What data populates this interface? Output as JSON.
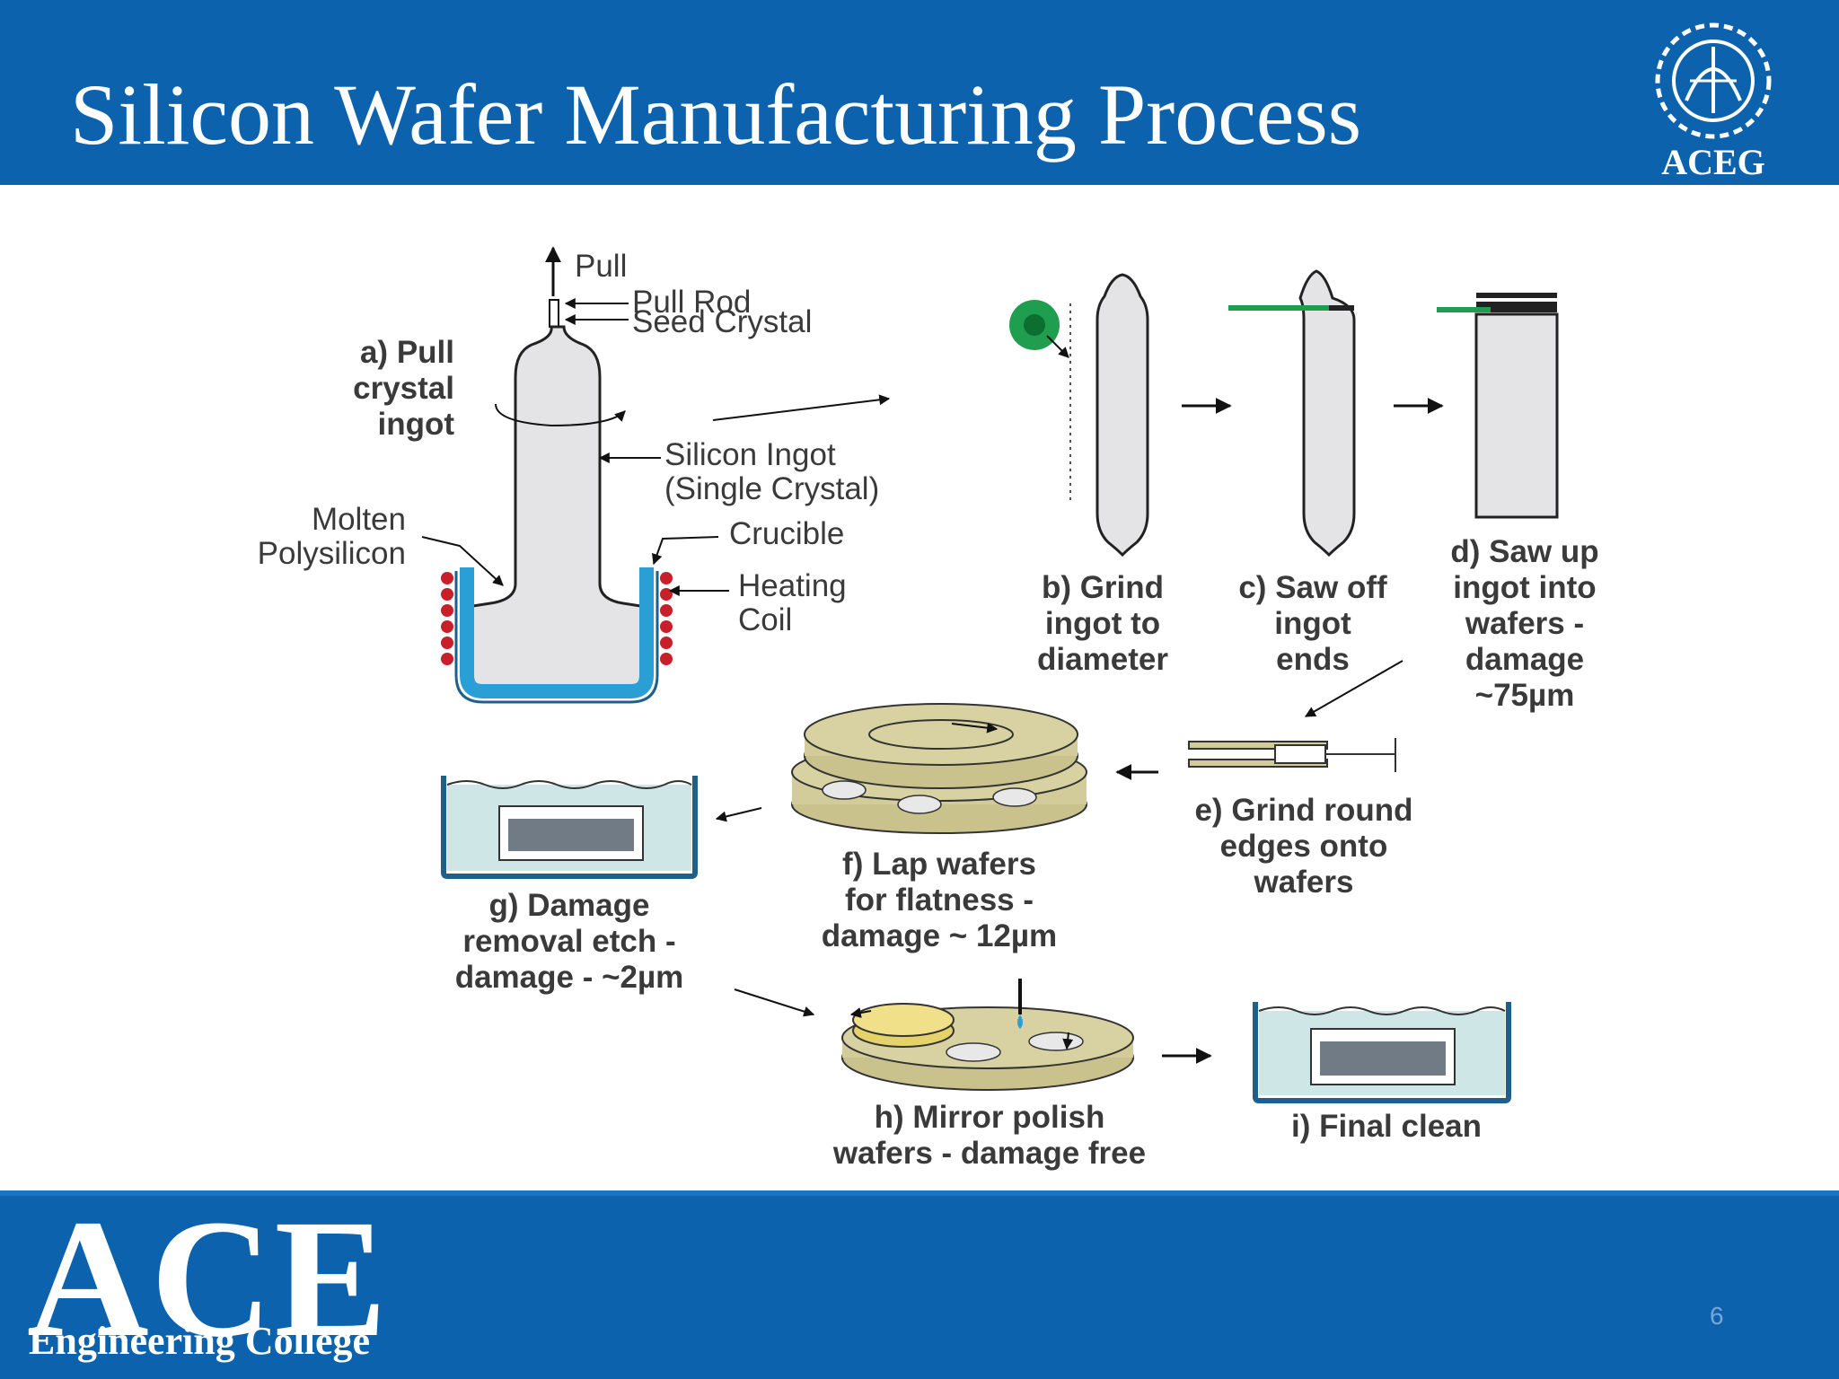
{
  "slide": {
    "title": "Silicon Wafer Manufacturing Process",
    "page_number": "6"
  },
  "logo": {
    "emblem_text": "ACEG",
    "footer_big": "ACE",
    "footer_sub": "Engineering College"
  },
  "diagram": {
    "labels": {
      "pull": "Pull",
      "pull_rod": "Pull Rod",
      "seed_crystal": "Seed Crystal",
      "ingot_line1": "Silicon Ingot",
      "ingot_line2": "(Single Crystal)",
      "crucible": "Crucible",
      "heating_line1": "Heating",
      "heating_line2": "Coil",
      "molten_line1": "Molten",
      "molten_line2": "Polysilicon"
    },
    "steps": {
      "a": [
        "a) Pull",
        "crystal",
        "ingot"
      ],
      "b": [
        "b) Grind",
        "ingot to",
        "diameter"
      ],
      "c": [
        "c) Saw off",
        "ingot",
        "ends"
      ],
      "d": [
        "d) Saw up",
        "ingot into",
        "wafers -",
        "damage",
        "~75µm"
      ],
      "e": [
        "e) Grind round",
        "edges onto",
        "wafers"
      ],
      "f": [
        "f) Lap wafers",
        "for flatness -",
        "damage ~ 12µm"
      ],
      "g": [
        "g) Damage",
        "removal etch -",
        "damage - ~2µm"
      ],
      "h": [
        "h) Mirror polish",
        "wafers - damage free"
      ],
      "i": [
        "i) Final clean"
      ]
    }
  },
  "colors": {
    "banner": "#0c62ad",
    "crucible": "#2a9fd6",
    "coil": "#c8202a",
    "grinder": "#1e9e4e",
    "lap_plate": "#d2cc9a",
    "bath_liquid": "#cfe6e6"
  }
}
